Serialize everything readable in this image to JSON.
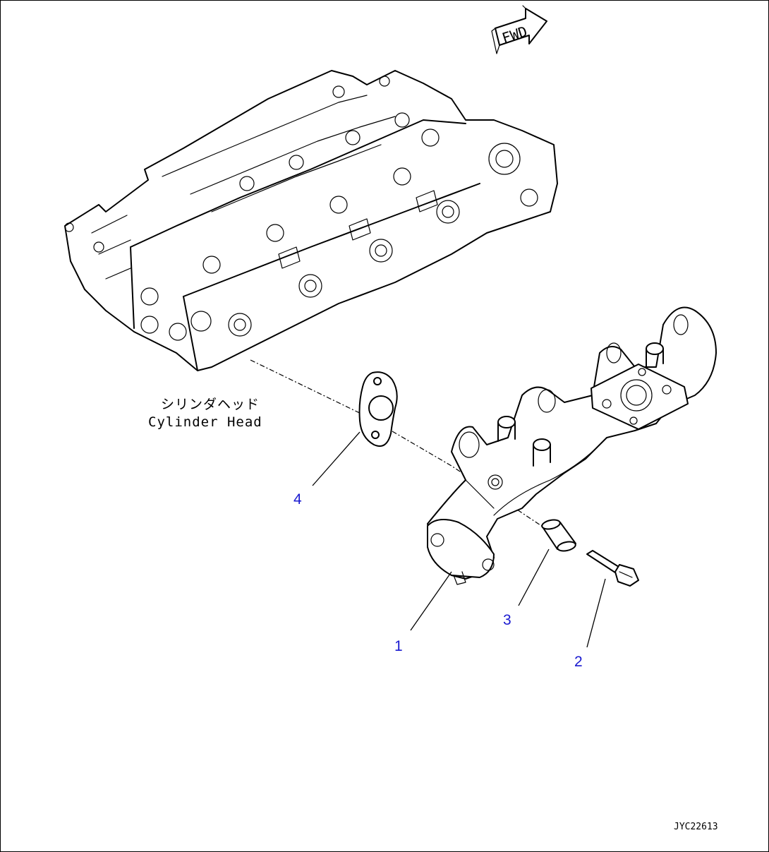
{
  "direction_marker": {
    "text": "FWD"
  },
  "labels": {
    "cylinder_head_jp": "シリンダヘッド",
    "cylinder_head_en": "Cylinder Head"
  },
  "callouts": {
    "c1": "1",
    "c2": "2",
    "c3": "3",
    "c4": "4"
  },
  "drawing_code": "JYC22613",
  "colors": {
    "callout": "#1a1ad0",
    "line": "#000000",
    "background": "#ffffff"
  }
}
